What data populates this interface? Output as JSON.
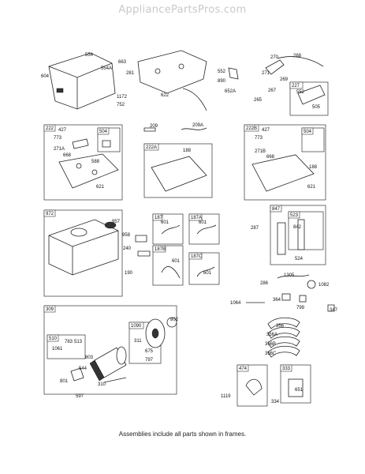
{
  "watermark": "AppliancePartsPros.com",
  "footer_note": "Assemblies include all parts shown in frames.",
  "frame_labels": [
    "222",
    "504",
    "222A",
    "222B",
    "504",
    "972",
    "187",
    "187A",
    "187B",
    "187C",
    "847",
    "523",
    "309",
    "1090",
    "510",
    "474",
    "333",
    "227"
  ],
  "part_numbers": [
    "604",
    "554",
    "554A",
    "663",
    "281",
    "1172",
    "752",
    "622",
    "552",
    "890",
    "652A",
    "270",
    "268",
    "271",
    "269",
    "267",
    "265",
    "552",
    "505",
    "209",
    "209A",
    "427",
    "773",
    "271A",
    "668",
    "588",
    "621",
    "188",
    "427",
    "773",
    "271B",
    "668",
    "188",
    "621",
    "957",
    "958",
    "240",
    "190",
    "601",
    "601",
    "601",
    "601",
    "287",
    "842",
    "524",
    "286",
    "1305",
    "1082",
    "364",
    "799",
    "347",
    "1064",
    "356",
    "356A",
    "356B",
    "356C",
    "802",
    "311",
    "675",
    "797",
    "783",
    "513",
    "1061",
    "803",
    "544",
    "801",
    "310",
    "597",
    "1119",
    "651",
    "334"
  ]
}
